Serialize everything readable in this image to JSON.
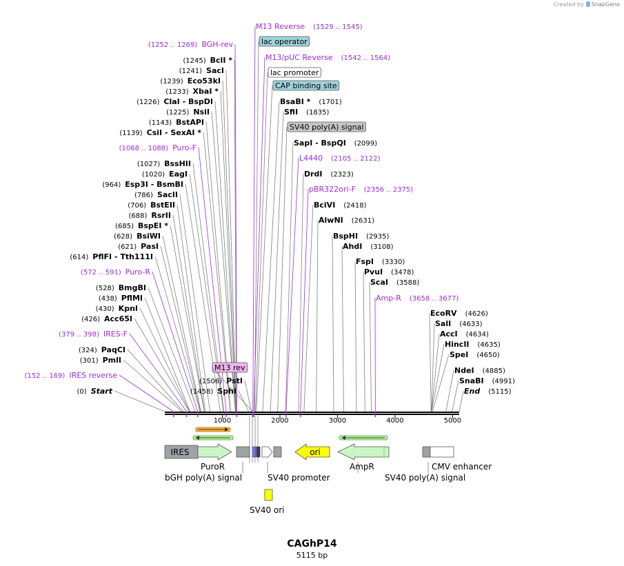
{
  "credit": {
    "prefix": "Created by",
    "brand": "SnapGene"
  },
  "plasmid": {
    "name": "CAGhP14",
    "length_label": "5115 bp",
    "length": 5115
  },
  "ruler": {
    "ticks": [
      1000,
      2000,
      3000,
      4000,
      5000
    ]
  },
  "sites_left": [
    {
      "text": "BclI *",
      "pos": "(1245)",
      "kind": "enzyme"
    },
    {
      "text": "SacI",
      "pos": "(1241)",
      "kind": "enzyme"
    },
    {
      "text": "Eco53kI",
      "pos": "(1239)",
      "kind": "enzyme"
    },
    {
      "text": "XbaI *",
      "pos": "(1233)",
      "kind": "enzyme"
    },
    {
      "text": "ClaI  -  BspDI",
      "pos": "(1226)",
      "kind": "enzyme"
    },
    {
      "text": "NsiI",
      "pos": "(1225)",
      "kind": "enzyme"
    },
    {
      "text": "BstAPI",
      "pos": "(1143)",
      "kind": "enzyme"
    },
    {
      "text": "CsiI  -  SexAI *",
      "pos": "(1139)",
      "kind": "enzyme"
    },
    {
      "text": "Puro-F",
      "pos": "(1068 .. 1088)",
      "kind": "primer"
    },
    {
      "text": "BssHII",
      "pos": "(1027)",
      "kind": "enzyme"
    },
    {
      "text": "EagI",
      "pos": "(1020)",
      "kind": "enzyme"
    },
    {
      "text": "Esp3I  -  BsmBI",
      "pos": "(964)",
      "kind": "enzyme"
    },
    {
      "text": "SacII",
      "pos": "(786)",
      "kind": "enzyme"
    },
    {
      "text": "BstEII",
      "pos": "(706)",
      "kind": "enzyme"
    },
    {
      "text": "RsrII",
      "pos": "(688)",
      "kind": "enzyme"
    },
    {
      "text": "BspEI *",
      "pos": "(685)",
      "kind": "enzyme"
    },
    {
      "text": "BsiWI",
      "pos": "(628)",
      "kind": "enzyme"
    },
    {
      "text": "PasI",
      "pos": "(621)",
      "kind": "enzyme"
    },
    {
      "text": "PflFI  -  Tth111I",
      "pos": "(614)",
      "kind": "enzyme"
    },
    {
      "text": "Puro-R",
      "pos": "(572 .. 591)",
      "kind": "primer"
    },
    {
      "text": "BmgBI",
      "pos": "(528)",
      "kind": "enzyme"
    },
    {
      "text": "PflMI",
      "pos": "(438)",
      "kind": "enzyme"
    },
    {
      "text": "KpnI",
      "pos": "(430)",
      "kind": "enzyme"
    },
    {
      "text": "Acc65I",
      "pos": "(426)",
      "kind": "enzyme"
    },
    {
      "text": "IRES-F",
      "pos": "(379 .. 398)",
      "kind": "primer"
    },
    {
      "text": "PaqCI",
      "pos": "(324)",
      "kind": "enzyme"
    },
    {
      "text": "PmlI",
      "pos": "(301)",
      "kind": "enzyme"
    },
    {
      "text": "IRES reverse",
      "pos": "(152 .. 169)",
      "kind": "primer"
    },
    {
      "text": "Start",
      "pos": "(0)",
      "kind": "endpoint"
    },
    {
      "text": "BGH-rev",
      "pos": "(1252 .. 1269)",
      "kind": "primer"
    }
  ],
  "sites_center": [
    {
      "text": "M13 rev",
      "pos": "",
      "kind": "boxprimer"
    },
    {
      "text": "PstI",
      "pos": "(1506)",
      "kind": "enzyme"
    },
    {
      "text": "SphI",
      "pos": "(1458)",
      "kind": "enzyme"
    }
  ],
  "sites_right": [
    {
      "text": "M13 Reverse",
      "pos": "(1529 .. 1545)",
      "kind": "primer"
    },
    {
      "text": "lac operator",
      "pos": "",
      "kind": "box_teal"
    },
    {
      "text": "M13/pUC Reverse",
      "pos": "(1542 .. 1564)",
      "kind": "primer"
    },
    {
      "text": "lac promoter",
      "pos": "",
      "kind": "box_white"
    },
    {
      "text": "CAP binding site",
      "pos": "",
      "kind": "box_teal"
    },
    {
      "text": "BsaBI *",
      "pos": "(1701)",
      "kind": "enzyme"
    },
    {
      "text": "SfiI",
      "pos": "(1835)",
      "kind": "enzyme"
    },
    {
      "text": "SV40 poly(A) signal",
      "pos": "",
      "kind": "box_gray"
    },
    {
      "text": "SapI  -  BspQI",
      "pos": "(2099)",
      "kind": "enzyme"
    },
    {
      "text": "L4440",
      "pos": "(2105 .. 2122)",
      "kind": "primer"
    },
    {
      "text": "DrdI",
      "pos": "(2323)",
      "kind": "enzyme"
    },
    {
      "text": "pBR322ori-F",
      "pos": "(2356 .. 2375)",
      "kind": "primer"
    },
    {
      "text": "BciVI",
      "pos": "(2418)",
      "kind": "enzyme"
    },
    {
      "text": "AlwNI",
      "pos": "(2631)",
      "kind": "enzyme"
    },
    {
      "text": "BspHI",
      "pos": "(2935)",
      "kind": "enzyme"
    },
    {
      "text": "AhdI",
      "pos": "(3108)",
      "kind": "enzyme"
    },
    {
      "text": "FspI",
      "pos": "(3330)",
      "kind": "enzyme"
    },
    {
      "text": "PvuI",
      "pos": "(3478)",
      "kind": "enzyme"
    },
    {
      "text": "ScaI",
      "pos": "(3588)",
      "kind": "enzyme"
    },
    {
      "text": "Amp-R",
      "pos": "(3658 .. 3677)",
      "kind": "primer"
    },
    {
      "text": "EcoRV",
      "pos": "(4626)",
      "kind": "enzyme"
    },
    {
      "text": "SalI",
      "pos": "(4633)",
      "kind": "enzyme"
    },
    {
      "text": "AccI",
      "pos": "(4634)",
      "kind": "enzyme"
    },
    {
      "text": "HincII",
      "pos": "(4635)",
      "kind": "enzyme"
    },
    {
      "text": "SpeI",
      "pos": "(4650)",
      "kind": "enzyme"
    },
    {
      "text": "NdeI",
      "pos": "(4885)",
      "kind": "enzyme"
    },
    {
      "text": "SnaBI",
      "pos": "(4991)",
      "kind": "enzyme"
    },
    {
      "text": "End",
      "pos": "(5115)",
      "kind": "endpoint"
    }
  ],
  "features": [
    {
      "text": "IRES",
      "color": "#9ea3a8",
      "kind": "box_label"
    },
    {
      "text": "PuroR",
      "color": "#c8f7c5",
      "kind": "arrow_right"
    },
    {
      "text": "bGH poly(A) signal",
      "color": "#9ea3a8",
      "kind": "box"
    },
    {
      "text": "SV40 promoter",
      "color": "#ffffff",
      "kind": "arrow_right"
    },
    {
      "text": "ori",
      "color": "#ffff00",
      "kind": "arrow_left"
    },
    {
      "text": "AmpR",
      "color": "#c8f7c5",
      "kind": "arrow_left"
    },
    {
      "text": "SV40 poly(A) signal",
      "color": "#9ea3a8",
      "kind": "box"
    },
    {
      "text": "CMV enhancer",
      "color": "#ffffff",
      "kind": "box"
    },
    {
      "text": "SV40 ori",
      "color": "#ffff00",
      "kind": "box"
    }
  ],
  "colors": {
    "primer": "#9a2bd6",
    "enzyme_line": "#7f7f7f",
    "backbone": "#000000",
    "teal": "#9fd3dd",
    "gray": "#c6c6c6",
    "m13box": "#f0b6f0"
  }
}
